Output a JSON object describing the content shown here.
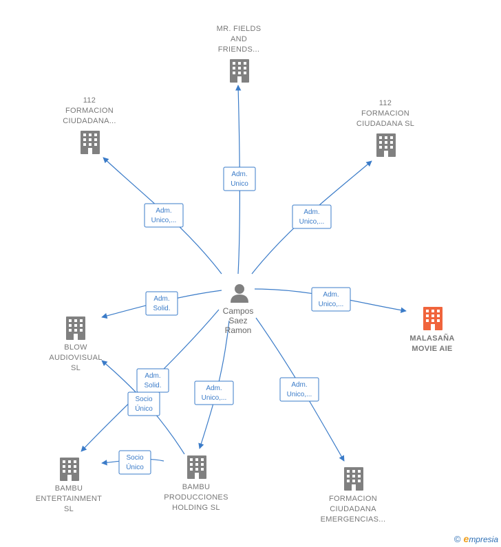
{
  "center": {
    "lines": [
      "Campos",
      "Saez",
      "Ramon"
    ]
  },
  "colors": {
    "edge": "#3a7bc8",
    "building": "#808080",
    "highlight": "#f0643c"
  },
  "nodes": [
    {
      "id": "mr-fields",
      "lines": [
        "MR.  FIELDS",
        "AND",
        "FRIENDS..."
      ],
      "highlight": false
    },
    {
      "id": "112-formacion-1",
      "lines": [
        "112",
        "FORMACION",
        "CIUDADANA..."
      ],
      "highlight": false
    },
    {
      "id": "112-formacion-sl",
      "lines": [
        "112",
        "FORMACION",
        "CIUDADANA SL"
      ],
      "highlight": false
    },
    {
      "id": "malasana",
      "lines": [
        "MALASAÑA",
        "MOVIE AIE"
      ],
      "highlight": true
    },
    {
      "id": "blow",
      "lines": [
        "BLOW",
        "AUDIOVISUAL",
        "SL"
      ],
      "highlight": false
    },
    {
      "id": "bambu-ent",
      "lines": [
        "BAMBU",
        "ENTERTAINMENT",
        "SL"
      ],
      "highlight": false
    },
    {
      "id": "bambu-prod",
      "lines": [
        "BAMBU",
        "PRODUCCIONES",
        "HOLDING  SL"
      ],
      "highlight": false
    },
    {
      "id": "formacion-emerg",
      "lines": [
        "FORMACION",
        "CIUDADANA",
        "EMERGENCIAS..."
      ],
      "highlight": false
    }
  ],
  "edges": [
    {
      "to": "mr-fields",
      "lines": [
        "Adm.",
        "Unico"
      ]
    },
    {
      "to": "112-formacion-1",
      "lines": [
        "Adm.",
        "Unico,..."
      ]
    },
    {
      "to": "112-formacion-sl",
      "lines": [
        "Adm.",
        "Unico,..."
      ]
    },
    {
      "to": "malasana",
      "lines": [
        "Adm.",
        "Unico,..."
      ]
    },
    {
      "to": "blow",
      "lines": [
        "Adm.",
        "Solid."
      ]
    },
    {
      "to": "bambu-ent",
      "lines": [
        "Adm.",
        "Solid."
      ]
    },
    {
      "to": "bambu-prod",
      "lines": [
        "Adm.",
        "Unico,..."
      ]
    },
    {
      "to": "formacion-emerg",
      "lines": [
        "Adm.",
        "Unico,..."
      ]
    },
    {
      "from": "bambu-prod",
      "to": "blow",
      "lines": [
        "Socio",
        "Único"
      ]
    },
    {
      "from": "bambu-prod",
      "to": "bambu-ent",
      "lines": [
        "Socio",
        "Único"
      ]
    }
  ],
  "footer": {
    "copyright": "©",
    "brand_initial": "e",
    "brand_rest": "mpresia"
  }
}
